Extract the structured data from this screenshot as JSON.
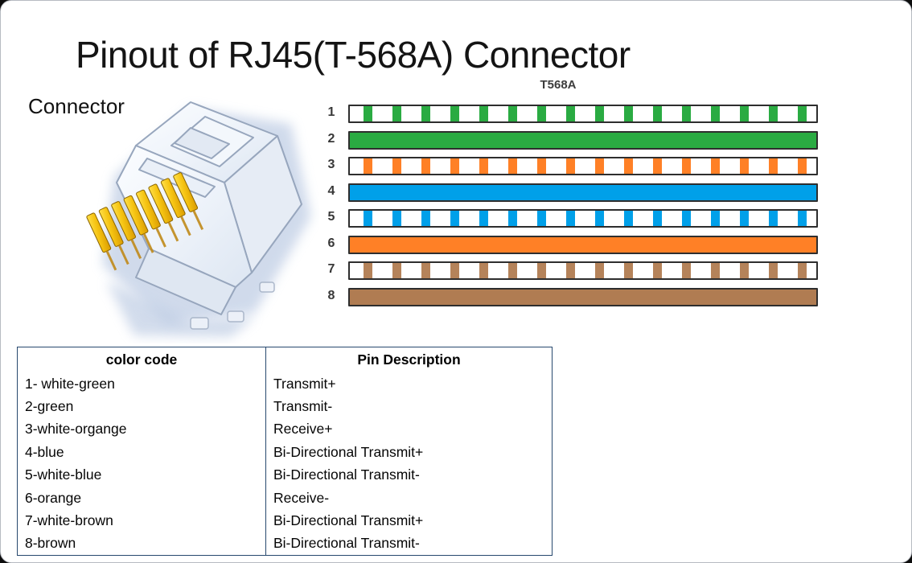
{
  "slide": {
    "title": "Pinout of RJ45(T-568A) Connector",
    "connector_label": "Connector"
  },
  "diagram": {
    "title": "T568A",
    "pins": [
      {
        "number": "1",
        "pattern": "striped",
        "color": "#2aab42"
      },
      {
        "number": "2",
        "pattern": "solid",
        "color": "#2aab42"
      },
      {
        "number": "3",
        "pattern": "striped",
        "color": "#ff8026"
      },
      {
        "number": "4",
        "pattern": "solid",
        "color": "#00a0e9"
      },
      {
        "number": "5",
        "pattern": "striped",
        "color": "#00a0e9"
      },
      {
        "number": "6",
        "pattern": "solid",
        "color": "#ff8026"
      },
      {
        "number": "7",
        "pattern": "striped",
        "color": "#b5835a"
      },
      {
        "number": "8",
        "pattern": "solid",
        "color": "#b07c52"
      }
    ]
  },
  "table": {
    "headers": [
      "color code",
      "Pin Description"
    ],
    "rows": [
      {
        "color_code": "1- white-green",
        "description": "Transmit+"
      },
      {
        "color_code": "2-green",
        "description": "Transmit-"
      },
      {
        "color_code": "3-white-organge",
        "description": "Receive+"
      },
      {
        "color_code": "4-blue",
        "description": "Bi-Directional Transmit+"
      },
      {
        "color_code": "5-white-blue",
        "description": "Bi-Directional Transmit-"
      },
      {
        "color_code": "6-orange",
        "description": "Receive-"
      },
      {
        "color_code": "7-white-brown",
        "description": "Bi-Directional Transmit+"
      },
      {
        "color_code": "8-brown",
        "description": "Bi-Directional Transmit-"
      }
    ],
    "border_color": "#27486e"
  },
  "colors": {
    "wire_outline": "#2e2e2e",
    "gold_pin": "#f2b800"
  }
}
